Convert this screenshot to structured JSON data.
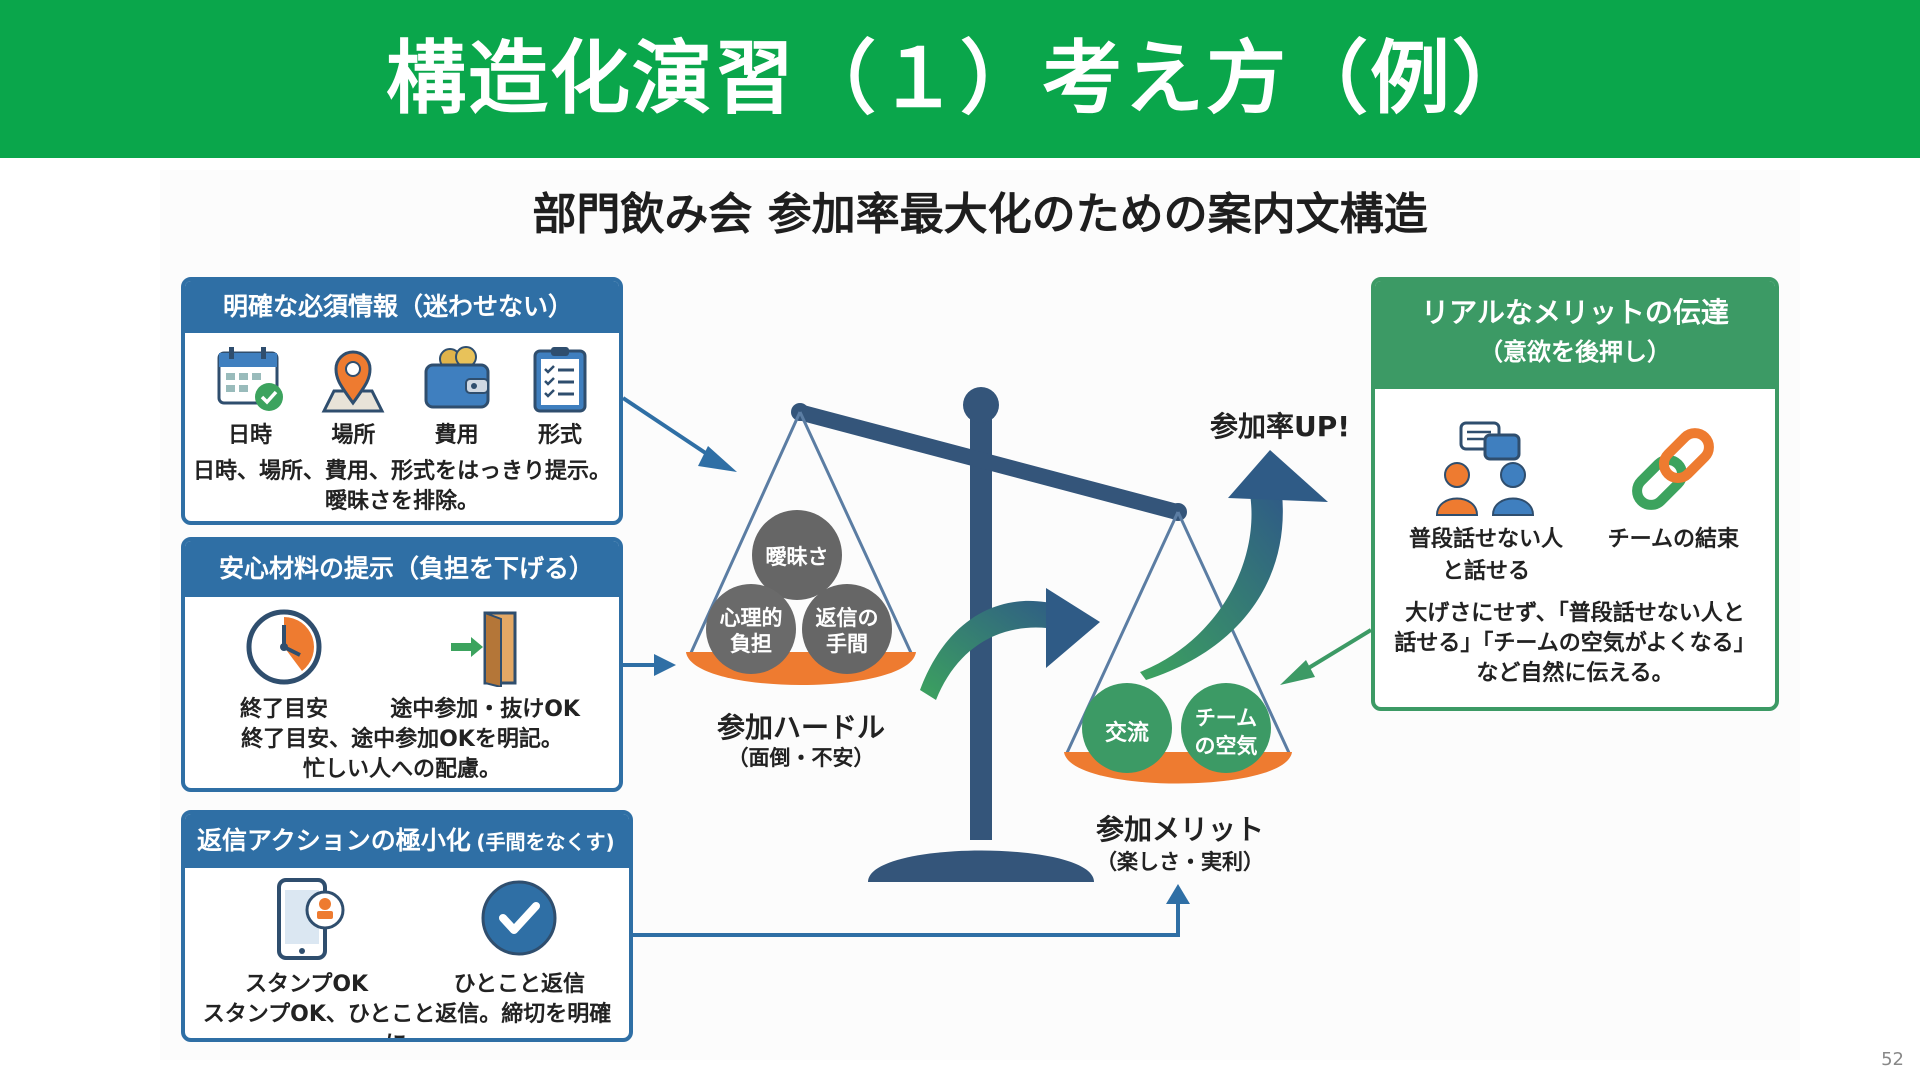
{
  "header": {
    "title": "構造化演習（１）考え方（例）"
  },
  "subtitle": "部門飲み会 参加率最大化のための案内文構造",
  "page_number": "52",
  "panels": {
    "info": {
      "title": "明確な必須情報（迷わせない）",
      "items": [
        {
          "label": "日時",
          "icon": "calendar-check-icon"
        },
        {
          "label": "場所",
          "icon": "map-pin-icon"
        },
        {
          "label": "費用",
          "icon": "wallet-icon"
        },
        {
          "label": "形式",
          "icon": "checklist-icon"
        }
      ],
      "desc1": "日時、場所、費用、形式をはっきり提示。",
      "desc2": "曖昧さを排除。"
    },
    "relief": {
      "title": "安心材料の提示（負担を下げる）",
      "items": [
        {
          "label": "終了目安",
          "icon": "clock-icon"
        },
        {
          "label": "途中参加・抜けOK",
          "icon": "door-enter-icon"
        }
      ],
      "desc1": "終了目安、途中参加OKを明記。",
      "desc2": "忙しい人への配慮。"
    },
    "reply": {
      "title": "返信アクションの極小化",
      "title_small": "(手間をなくす)",
      "items": [
        {
          "label": "スタンプOK",
          "icon": "phone-stamp-icon"
        },
        {
          "label": "ひとこと返信",
          "icon": "check-circle-icon"
        }
      ],
      "desc1": "スタンプOK、ひとこと返信。締切を明確に。"
    },
    "merit": {
      "title1": "リアルなメリットの伝達",
      "title2": "（意欲を後押し）",
      "items": [
        {
          "label1": "普段話せない人",
          "label2": "と話せる",
          "icon": "people-chat-icon"
        },
        {
          "label1": "チームの結束",
          "label2": "",
          "icon": "chain-link-icon"
        }
      ],
      "desc1": "大げさにせず、「普段話せない人と",
      "desc2": "話せる」「チームの空気がよくなる」",
      "desc3": "など自然に伝える。"
    }
  },
  "scale": {
    "left_balls": [
      "曖昧さ",
      "心理的",
      "負担",
      "返信の",
      "手間"
    ],
    "left_label": "参加ハードル",
    "left_sub": "（面倒・不安）",
    "right_balls": [
      "交流",
      "チーム",
      "の空気"
    ],
    "right_label": "参加メリット",
    "right_sub": "（楽しさ・実利）",
    "up_label": "参加率UP!"
  },
  "colors": {
    "banner": "#0aa64b",
    "blue": "#2f6fa5",
    "green": "#3c9a65",
    "scale": "#34557a",
    "orange": "#ee7b30",
    "gray_ball": "#666666"
  }
}
